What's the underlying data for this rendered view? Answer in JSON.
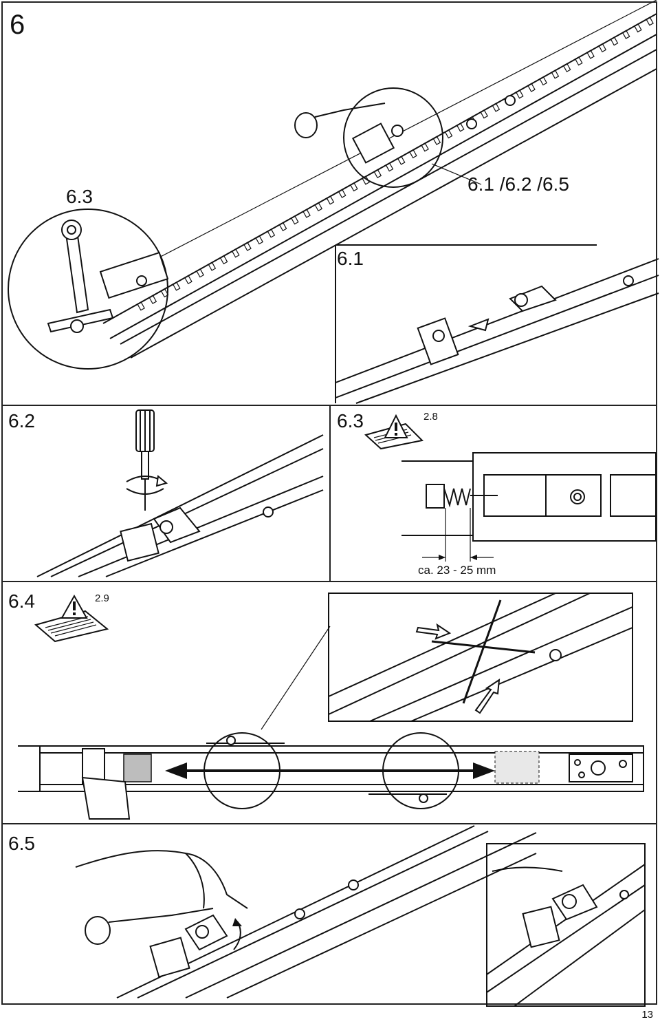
{
  "section": {
    "number": "6"
  },
  "figures": {
    "top_left": {
      "label": "6.3"
    },
    "top_right_callout": {
      "label": "6.1 /6.2 /6.5"
    },
    "inset_6_1": {
      "label": "6.1"
    },
    "fig_6_2": {
      "label": "6.2"
    },
    "fig_6_3": {
      "label": "6.3",
      "ref": "2.8",
      "dimension": "ca. 23 - 25 mm"
    },
    "fig_6_4": {
      "label": "6.4",
      "ref": "2.9"
    },
    "fig_6_5": {
      "label": "6.5"
    }
  },
  "icons": {
    "warning": "warning-triangle-icon",
    "manual": "manual-booklet-icon"
  },
  "footer": {
    "page_number": "13"
  }
}
